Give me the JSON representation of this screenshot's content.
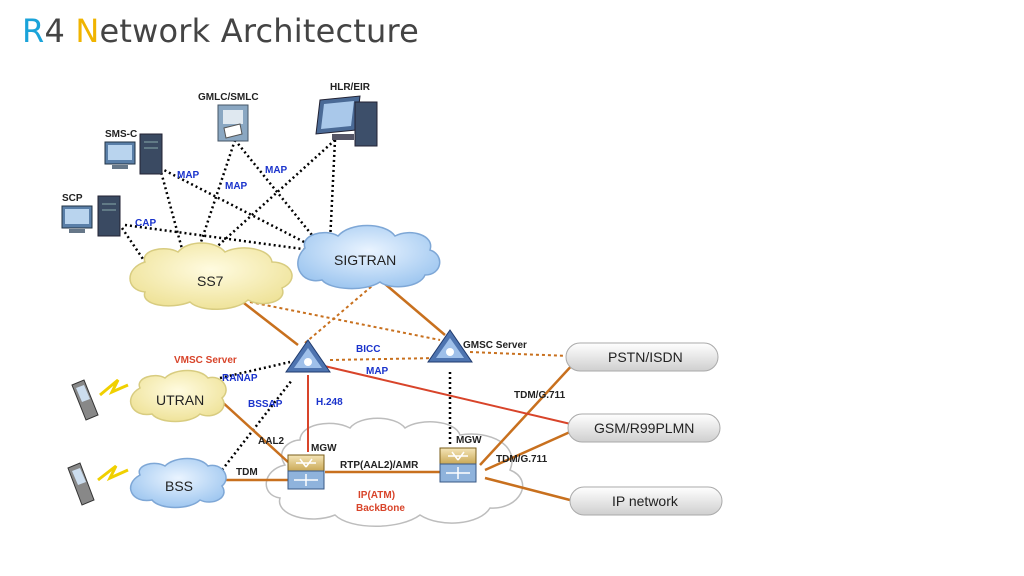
{
  "title": {
    "first_letter": "R",
    "number": "4 ",
    "second_letter": "N",
    "rest": "etwork Architecture"
  },
  "colors": {
    "accent_blue": "#1aa3d9",
    "accent_yellow": "#f0b400",
    "link_orange": "#c8701e",
    "link_red": "#d8442a",
    "label_blue": "#1a33cc"
  },
  "nodes": {
    "gmlc": "GMLC/SMLC",
    "hlr": "HLR/EIR",
    "smsc": "SMS-C",
    "scp": "SCP",
    "ss7": "SS7",
    "sigtran": "SIGTRAN",
    "vmsc": "VMSC Server",
    "gmsc": "GMSC Server",
    "utran": "UTRAN",
    "bss": "BSS",
    "mgw1": "MGW",
    "mgw2": "MGW",
    "pstn": "PSTN/ISDN",
    "gsm": "GSM/R99PLMN",
    "ip": "IP network",
    "backbone1": "IP(ATM)",
    "backbone2": "BackBone"
  },
  "links": {
    "map1": "MAP",
    "map2": "MAP",
    "map3": "MAP",
    "cap": "CAP",
    "bicc": "BICC",
    "map4": "MAP",
    "ranap": "RANAP",
    "bssap": "BSSAP",
    "h248": "H.248",
    "aal2": "AAL2",
    "tdm": "TDM",
    "rtp": "RTP(AAL2)/AMR",
    "tdm1": "TDM/G.711",
    "tdm2": "TDM/G.711"
  },
  "icons": [
    "server-icon",
    "monitor-icon",
    "mobile-phone-icon",
    "switch-icon",
    "router-icon",
    "cloud-icon",
    "printer-icon"
  ]
}
